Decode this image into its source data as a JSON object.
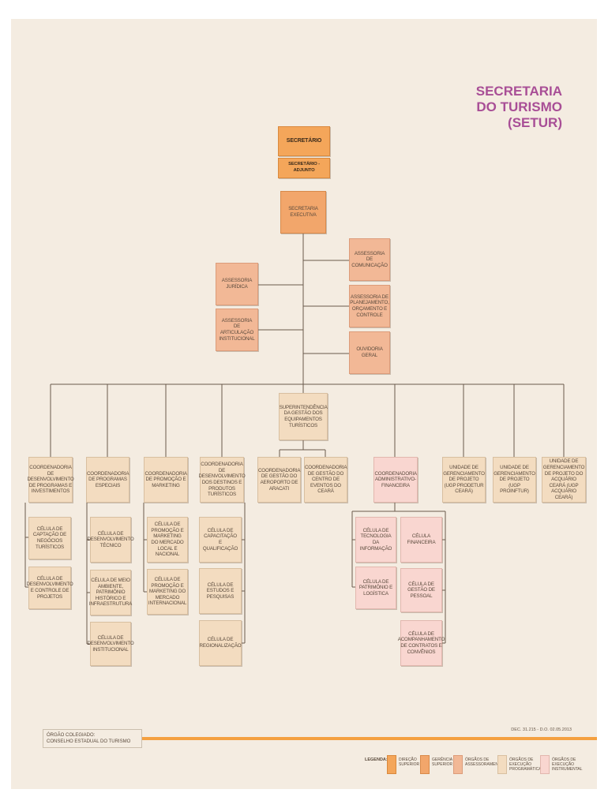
{
  "title": {
    "line1": "SECRETARIA",
    "line2": "DO TURISMO",
    "line3": "(SETUR)"
  },
  "colors": {
    "direcao": "#f4a65a",
    "gerencia": "#f2a66b",
    "assessoramento": "#f2b896",
    "programatica": "#f3dcc0",
    "instrumental": "#f9d6d0",
    "rule": "#f4a040",
    "title": "#a84e96"
  },
  "boxes": {
    "secretario": "SECRETÁRIO",
    "adjunto": "SECRETÁRIO - ADJUNTO",
    "executiva": "SECRETARIA EXECUTIVA",
    "comunicacao": "ASSESSORIA DE COMUNICAÇÃO",
    "juridica": "ASSESSORIA JURÍDICA",
    "planejamento": "ASSESSORIA DE PLANEJAMENTO, ORÇAMENTO E CONTROLE",
    "articulacao": "ASSESSORIA DE ARTICULAÇÃO INSTITUCIONAL",
    "ouvidoria": "OUVIDORIA GERAL",
    "superintendencia": "SUPERINTENDÊNCIA DA GESTÃO DOS EQUIPAMENTOS TURÍSTICOS",
    "coord_programas_inv": "COORDENADORIA DE DESENVOLVIMENTO DE PROGRAMAS E INVESTIMENTOS",
    "coord_programas_esp": "COORDENADORIA DE PROGRAMAS ESPECIAIS",
    "coord_promocao": "COORDENADORIA DE PROMOÇÃO E MARKETING",
    "coord_destinos": "COORDENADORIA DE DESENVOLVIMENTO DOS DESTINOS E PRODUTOS TURÍSTICOS",
    "coord_aeroporto": "COORDENADORIA DE GESTÃO DO AEROPORTO DE ARACATI",
    "coord_eventos": "COORDENADORIA DE GESTÃO DO CENTRO DE EVENTOS DO CEARÁ",
    "coord_adm": "COORDENADORIA ADMINISTRATIVO-FINANCEIRA",
    "ugp_prodetur": "UNIDADE DE GERENCIAMENTO DE PROJETO (UGP PRODETUR CEARÁ)",
    "ugp_promtur": "UNIDADE DE GERENCIAMENTO DE PROJETO (UGP PROINFTUR)",
    "ugp_acquario": "UNIDADE DE GERENCIAMENTO DE PROJETO DO ACQUÁRIO CEARÁ (UGP ACQUÁRIO CEARÁ)",
    "cel_captacao": "CÉLULA DE CAPTAÇÃO DE NEGÓCIOS TURÍSTICOS",
    "cel_desenv_projetos": "CÉLULA DE DESENVOLVIMENTO E CONTROLE DE PROJETOS",
    "cel_desenv_tecnico": "CÉLULA DE DESENVOLVIMENTO TÉCNICO",
    "cel_meio_ambiente": "CÉLULA DE MEIO AMBIENTE, PATRIMÔNIO HISTÓRICO E INFRAESTRUTURA",
    "cel_desenv_inst": "CÉLULA DE DESENVOLVIMENTO INSTITUCIONAL",
    "cel_promocao_local": "CÉLULA DE PROMOÇÃO E MARKETING DO MERCADO LOCAL E NACIONAL",
    "cel_promocao_int": "CÉLULA DE PROMOÇÃO E MARKETING DO MERCADO INTERNACIONAL",
    "cel_capacitacao": "CÉLULA DE CAPACITAÇÃO E QUALIFICAÇÃO",
    "cel_estudos": "CÉLULA DE ESTUDOS E PESQUISAS",
    "cel_regionalizacao": "CÉLULA DE REGIONALIZAÇÃO",
    "cel_ti": "CÉLULA DE TECNOLOGIA DA INFORMAÇÃO",
    "cel_patrimonio": "CÉLULA DE PATRIMÔNIO E LOGÍSTICA",
    "cel_financeira": "CÉLULA FINANCEIRA",
    "cel_pessoal": "CÉLULA DE GESTÃO DE PESSOAL",
    "cel_contratos": "CÉLULA DE ACOMPANHAMENTO DE CONTRATOS E CONVÊNIOS"
  },
  "footer": {
    "colegiado_line1": "ÓRGÃO COLEGIADO:",
    "colegiado_line2": "CONSELHO ESTADUAL DO TURISMO",
    "decree": "DEC. 31.215 - D.O. 02.05.2013"
  },
  "legend": {
    "title": "LEGENDA:",
    "items": [
      "DIREÇÃO SUPERIOR",
      "GERÊNCIA SUPERIOR",
      "ÓRGÃOS DE ASSESSORAMENTO",
      "ÓRGÃOS DE EXECUÇÃO PROGRAMÁTICA",
      "ÓRGÃOS DE EXECUÇÃO INSTRUMENTAL"
    ]
  }
}
